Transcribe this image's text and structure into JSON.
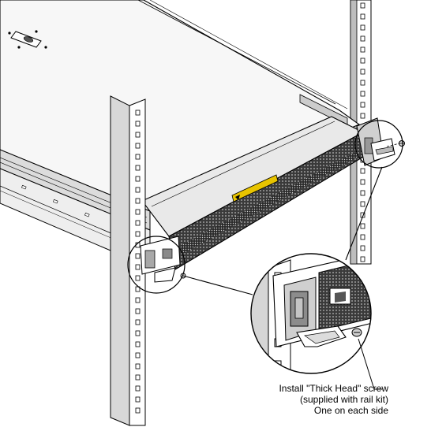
{
  "callout": {
    "line1": "Install \"Thick Head\" screw",
    "line2": "(supplied with rail kit)",
    "line3": "One on each side"
  },
  "colors": {
    "line": "#000000",
    "rack_face": "#e6e6e6",
    "rack_side": "#9a9a9a",
    "chassis_top": "#f4f4f4",
    "bezel": "#d9d9d9",
    "vent": "#2a2a2a",
    "warning_label": "#e8c400"
  },
  "icons": [
    "rack-post",
    "server-chassis",
    "front-bezel",
    "mounting-screw",
    "magnifier-callout",
    "top-cover-latch"
  ]
}
